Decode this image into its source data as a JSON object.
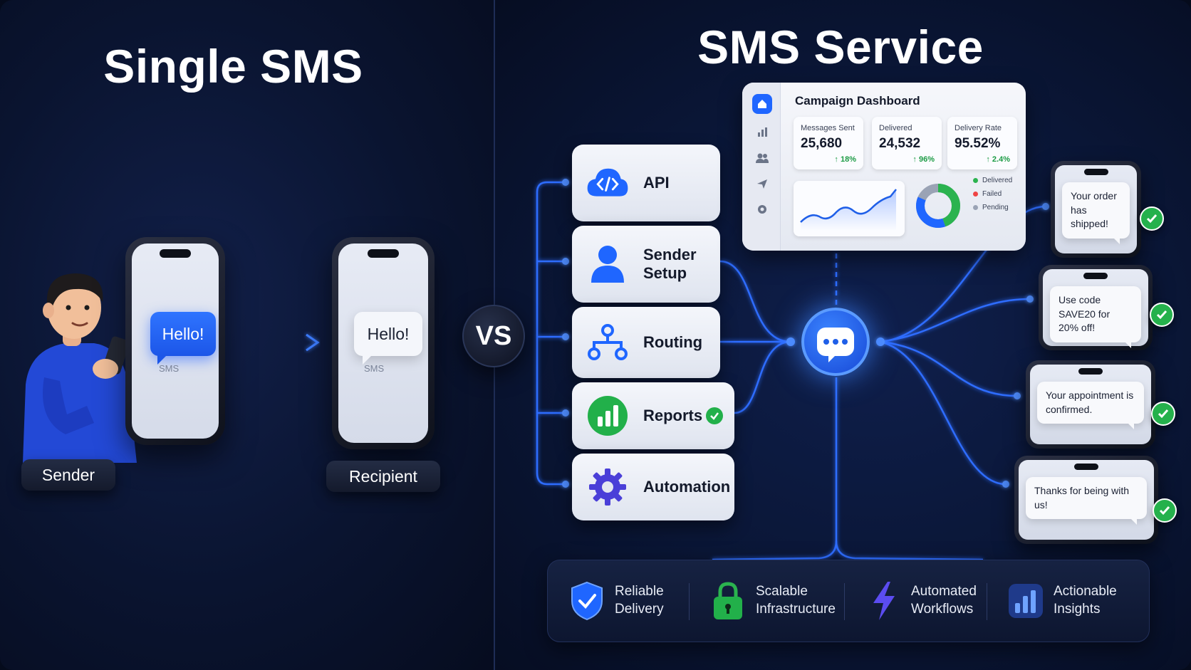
{
  "left": {
    "title": "Single SMS",
    "sender_message": "Hello!",
    "recipient_message": "Hello!",
    "sms_tag": "SMS",
    "sender_label": "Sender",
    "recipient_label": "Recipient"
  },
  "vs": "VS",
  "right": {
    "title": "SMS Service",
    "features": [
      {
        "label": "API",
        "icon": "cloud-code-icon"
      },
      {
        "label": "Sender Setup",
        "icon": "user-icon"
      },
      {
        "label": "Routing",
        "icon": "network-tree-icon"
      },
      {
        "label": "Reports",
        "icon": "bar-chart-icon"
      },
      {
        "label": "Automation",
        "icon": "gear-icon"
      }
    ],
    "dashboard": {
      "title": "Campaign Dashboard",
      "stats": [
        {
          "label": "Messages Sent",
          "value": "25,680",
          "delta": "18%"
        },
        {
          "label": "Delivered",
          "value": "24,532",
          "delta": "96%"
        },
        {
          "label": "Delivery Rate",
          "value": "95.52%",
          "delta": "2.4%"
        }
      ],
      "legend": [
        {
          "label": "Delivered",
          "color": "#2bb34f"
        },
        {
          "label": "Failed",
          "color": "#ef4444"
        },
        {
          "label": "Pending",
          "color": "#9aa3b5"
        }
      ]
    },
    "messages": [
      "Your order has shipped!",
      "Use code SAVE20 for 20% off!",
      "Your appointment is confirmed.",
      "Thanks for being with us!"
    ],
    "benefits": [
      {
        "line1": "Reliable",
        "line2": "Delivery",
        "icon": "shield-check-icon"
      },
      {
        "line1": "Scalable",
        "line2": "Infrastructure",
        "icon": "lock-icon"
      },
      {
        "line1": "Automated",
        "line2": "Workflows",
        "icon": "lightning-icon"
      },
      {
        "line1": "Actionable",
        "line2": "Insights",
        "icon": "bar-chart-icon"
      }
    ]
  },
  "colors": {
    "accent": "#1f66ff",
    "success": "#25b14c",
    "background": "#0a1430"
  }
}
